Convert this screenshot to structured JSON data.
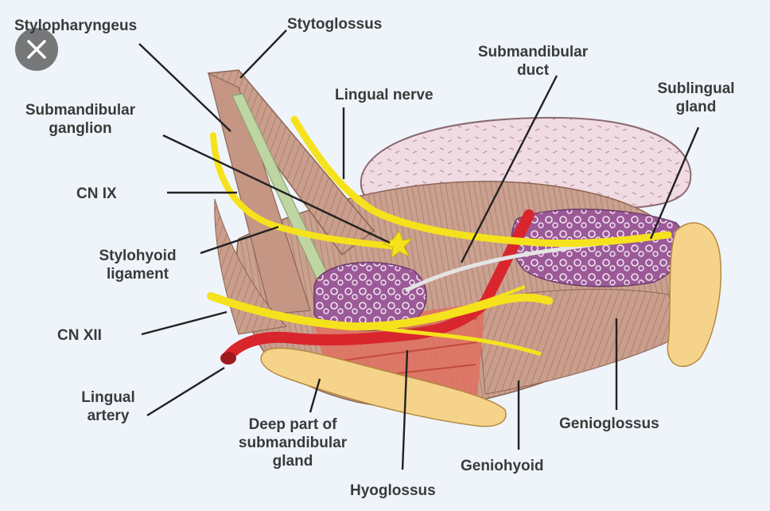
{
  "labels": {
    "stylopharyngeus": "Stylopharyngeus",
    "stytoglossus": "Stytoglossus",
    "submandibular_duct": "Submandibular\nduct",
    "lingual_nerve": "Lingual nerve",
    "sublingual_gland": "Sublingual\ngland",
    "submandibular_ganglion": "Submandibular\nganglion",
    "cn_ix": "CN IX",
    "stylohyoid_ligament": "Stylohyoid\nligament",
    "cn_xii": "CN XII",
    "lingual_artery": "Lingual\nartery",
    "deep_part": "Deep part of\nsubmandibular\ngland",
    "hyoglossus": "Hyoglossus",
    "geniohyoid": "Geniohyoid",
    "genioglossus": "Genioglossus"
  },
  "controls": {
    "close_icon": "close-icon"
  },
  "colors": {
    "background": "#eef4fa",
    "muscle": "#c99e8c",
    "nerve": "#f6e21c",
    "artery": "#d8262c",
    "gland": "#9b5a97",
    "bone": "#f6d38a",
    "label_text": "#3a3a3a"
  }
}
